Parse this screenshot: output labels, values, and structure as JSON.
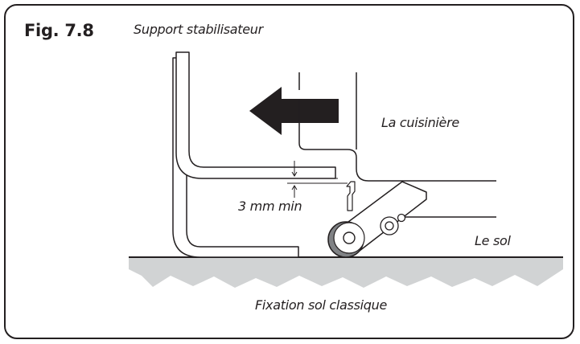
{
  "figure": {
    "label": "Fig. 7.8",
    "labels": {
      "support": "Support stabilisateur",
      "cooker": "La cuisinière",
      "gap": "3 mm min",
      "floor": "Le sol",
      "fixation": "Fixation sol classique"
    }
  },
  "colors": {
    "line": "#231f20",
    "floor_fill": "#d1d3d4",
    "roller": "#808285",
    "frame": "#231f20"
  },
  "icons": {
    "arrow": "left-arrow-icon"
  }
}
